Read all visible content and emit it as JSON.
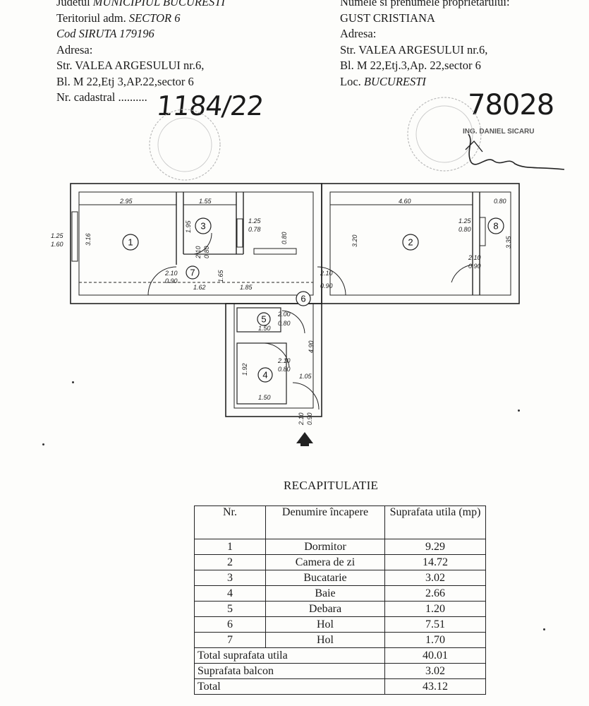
{
  "header_left": {
    "county_label": "Judetul",
    "county_value": "MUNICIPIUL BUCURESTI",
    "territory_label": "Teritoriul adm.",
    "territory_value": "SECTOR 6",
    "siruta_label": "Cod SIRUTA",
    "siruta_value": "179196",
    "address_label": "Adresa:",
    "address_line1": "Str. VALEA ARGESULUI nr.6,",
    "address_line2": "Bl. M 22,Etj 3,AP.22,sector 6",
    "cadastral_label": "Nr. cadastral ..........",
    "cadastral_value": "1184/22"
  },
  "header_right": {
    "owner_label": "Numele si prenumele proprietarului:",
    "owner_value": "GUST CRISTIANA",
    "address_label": "Adresa:",
    "address_line1": "Str. VALEA ARGESULUI nr.6,",
    "address_line2": "Bl. M 22,Etj.3,Ap. 22,sector 6",
    "locality_label": "Loc.",
    "locality_value": "BUCURESTI",
    "handwritten_number": "78028",
    "stamp_text": "ING. DANIEL SICARU"
  },
  "plan": {
    "rooms": [
      "1",
      "2",
      "3",
      "4",
      "5",
      "6",
      "7",
      "8"
    ],
    "dims": {
      "r1_w": "2.95",
      "r1_h": "3.16",
      "win1_a": "1.25",
      "win1_b": "1.60",
      "r3_w": "1.55",
      "r3_h": "1.95",
      "r3_win_a": "1.25",
      "r3_win_b": "0.78",
      "r3_door_a": "2.10",
      "r3_door_b": "0.80",
      "r2_w": "4.60",
      "r2_h": "3.20",
      "r2_win_a": "1.25",
      "r2_win_b": "0.80",
      "r8_w": "0.80",
      "r8_h": "3.35",
      "r2_door_a": "2.10",
      "r2_door_b": "0.90",
      "hall_top": "0.80",
      "r7_door_a": "2.10",
      "r7_door_b": "0.90",
      "r7_w": "1.62",
      "r7_h": "1.65",
      "hall_w": "1.85",
      "r6_door_a": "2.10",
      "r6_door_b": "0.90",
      "r5_door_a": "2.00",
      "r5_door_b": "0.80",
      "r5_w": "1.50",
      "corr_h": "4.90",
      "r4_door_a": "2.10",
      "r4_door_b": "0.80",
      "r4_h": "1.92",
      "r4_w": "1.50",
      "corr_w": "1.05",
      "entry_a": "2.10",
      "entry_b": "0.90"
    }
  },
  "recap": {
    "title": "RECAPITULATIE",
    "col_nr": "Nr.",
    "col_name": "Denumire încapere",
    "col_area": "Suprafata utila (mp)",
    "rows": [
      {
        "nr": "1",
        "name": "Dormitor",
        "area": "9.29"
      },
      {
        "nr": "2",
        "name": "Camera de zi",
        "area": "14.72"
      },
      {
        "nr": "3",
        "name": "Bucatarie",
        "area": "3.02"
      },
      {
        "nr": "4",
        "name": "Baie",
        "area": "2.66"
      },
      {
        "nr": "5",
        "name": "Debara",
        "area": "1.20"
      },
      {
        "nr": "6",
        "name": "Hol",
        "area": "7.51"
      },
      {
        "nr": "7",
        "name": "Hol",
        "area": "1.70"
      }
    ],
    "total_useful_label": "Total suprafata utila",
    "total_useful_value": "40.01",
    "balcony_label": "Suprafata balcon",
    "balcony_value": "3.02",
    "total_label": "Total",
    "total_value": "43.12"
  }
}
